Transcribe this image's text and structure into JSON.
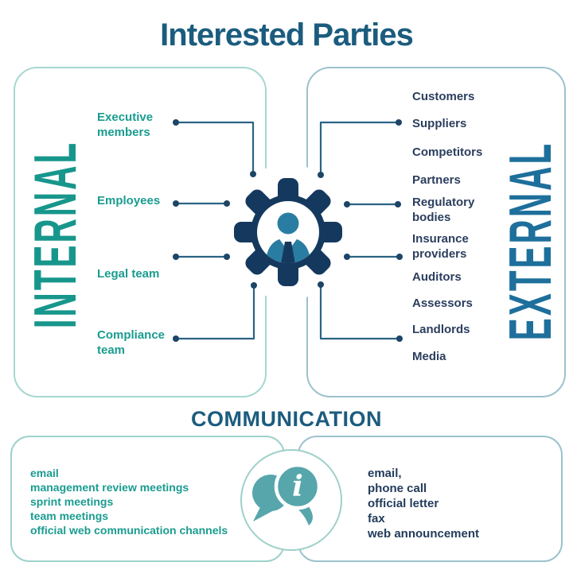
{
  "title": "Interested Parties",
  "internal": {
    "heading": "INTERNAL",
    "items": [
      {
        "label": "Executive members"
      },
      {
        "label": "Employees"
      },
      {
        "label": "Legal team"
      },
      {
        "label": "Compliance team"
      }
    ]
  },
  "external": {
    "heading": "EXTERNAL",
    "items": [
      {
        "label": "Customers"
      },
      {
        "label": "Suppliers"
      },
      {
        "label": "Competitors"
      },
      {
        "label": "Partners"
      },
      {
        "label": "Regulatory bodies"
      },
      {
        "label": "Insurance providers"
      },
      {
        "label": "Auditors"
      },
      {
        "label": "Assessors"
      },
      {
        "label": "Landlords"
      },
      {
        "label": "Media"
      }
    ]
  },
  "communication": {
    "heading": "COMMUNICATION",
    "internal_methods": [
      "email",
      "management review meetings",
      "sprint meetings",
      "team meetings",
      "official web communication channels"
    ],
    "external_methods": [
      "email,",
      "phone call",
      "official letter",
      "fax",
      "web announcement"
    ],
    "info_letter": "i"
  },
  "icons": {
    "center": "gear-person-icon",
    "communication": "speech-bubbles-info-icon"
  },
  "colors": {
    "title": "#1b5c7e",
    "internal_accent": "#1a9c90",
    "internal_heading": "#17968c",
    "external_heading": "#1e6f9b",
    "external_text": "#2b3e5e",
    "connector_line": "#2a6384",
    "connector_dot": "#1c4566",
    "gear_navy": "#15395e",
    "person_blue": "#2a7da2",
    "bubble_teal": "#57a6ac",
    "internal_border": "#a6d8d0",
    "external_border": "#9cc2ce"
  }
}
